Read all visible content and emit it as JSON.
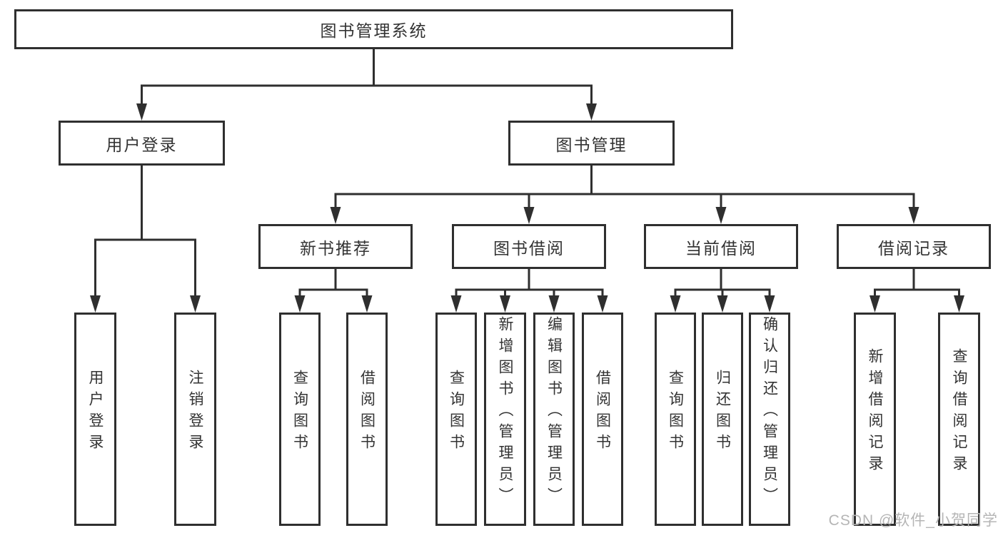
{
  "diagram": {
    "root": {
      "label": "图书管理系统"
    },
    "branches": {
      "user_login": {
        "label": "用户登录",
        "children": [
          {
            "label": "用户登录"
          },
          {
            "label": "注销登录"
          }
        ]
      },
      "book_mgmt": {
        "label": "图书管理",
        "children": {
          "new_book_rec": {
            "label": "新书推荐",
            "children": [
              {
                "label": "查询图书"
              },
              {
                "label": "借阅图书"
              }
            ]
          },
          "book_borrow": {
            "label": "图书借阅",
            "children": [
              {
                "label": "查询图书"
              },
              {
                "label": "新增图书（管理员）"
              },
              {
                "label": "编辑图书（管理员）"
              },
              {
                "label": "借阅图书"
              }
            ]
          },
          "current_borrow": {
            "label": "当前借阅",
            "children": [
              {
                "label": "查询图书"
              },
              {
                "label": "归还图书"
              },
              {
                "label": "确认归还（管理员）"
              }
            ]
          },
          "borrow_record": {
            "label": "借阅记录",
            "children": [
              {
                "label": "新增借阅记录"
              },
              {
                "label": "查询借阅记录"
              }
            ]
          }
        }
      }
    }
  },
  "watermark": {
    "text": "CSDN @软件_小贺同学"
  },
  "colors": {
    "line": "#2f2f2f",
    "box_border": "#2f2f2f",
    "text": "#333333",
    "watermark_text": "#b5b5b5",
    "background": "#ffffff"
  }
}
